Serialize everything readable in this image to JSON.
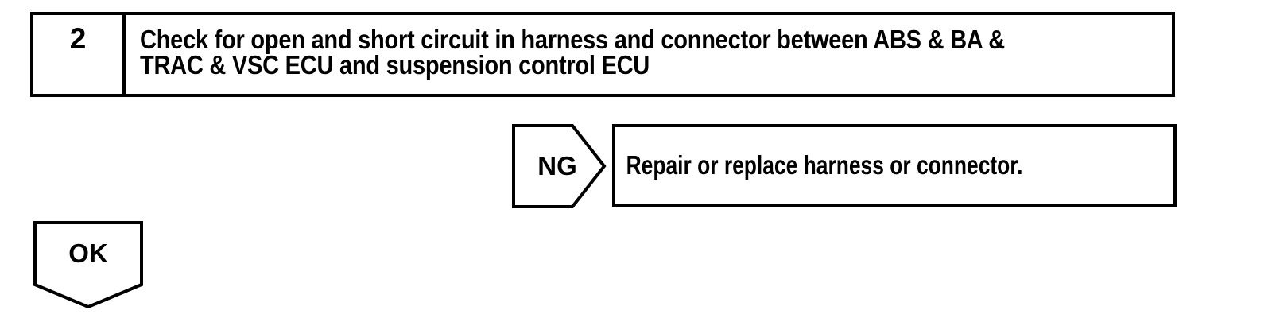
{
  "page": {
    "background": "#ffffff",
    "line_color": "#000000"
  },
  "flowchart": {
    "step": {
      "number": "2",
      "instruction_lines": [
        "Check for open and short circuit in harness and connector between ABS & BA &",
        "TRAC & VSC ECU and suspension control ECU"
      ]
    },
    "ng_branch": {
      "label": "NG",
      "action": "Repair or replace harness or connector."
    },
    "ok_branch": {
      "label": "OK"
    }
  }
}
